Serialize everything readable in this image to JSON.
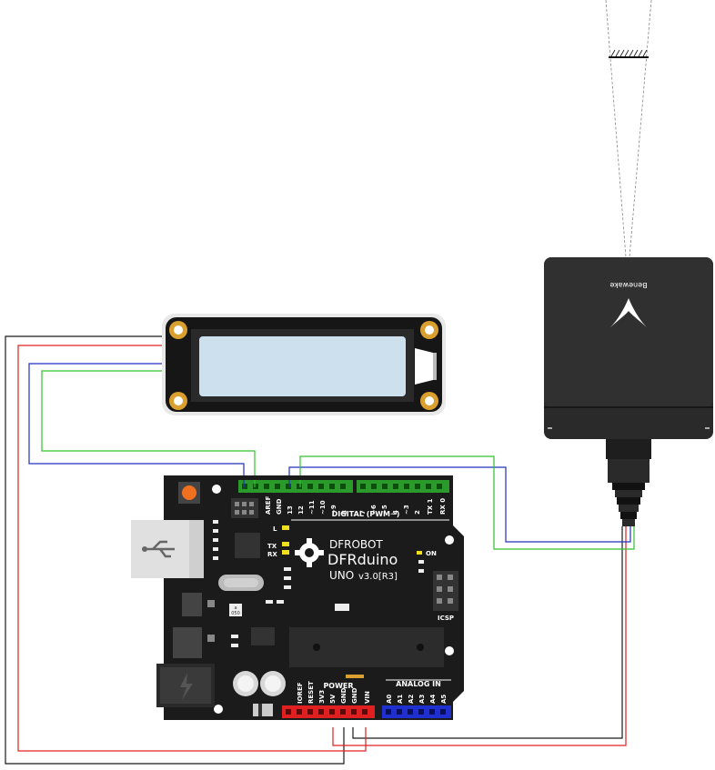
{
  "lidar": {
    "brand": "Benewake"
  },
  "board": {
    "brand": "DFROBOT",
    "name": "DFRduino",
    "model": "UNO",
    "version": "v3.0[R3]",
    "digital_label": "DIGITAL (PWM~)",
    "power_label": "POWER",
    "analog_label": "ANALOG IN",
    "icsp_label": "ICSP",
    "on_label": "ON",
    "led_l": "L",
    "led_tx": "TX",
    "led_rx": "RX",
    "chip_label": "050",
    "chip_label2": "a",
    "digital_pins_left": [
      "AREF",
      "GND",
      "13",
      "12",
      "~11",
      "~10",
      "~9",
      "8"
    ],
    "digital_pins_right": [
      "7",
      "~6",
      "~5",
      "4",
      "~3",
      "2",
      "TX 1",
      "RX 0"
    ],
    "power_pins": [
      "IOREF",
      "RESET",
      "3V3",
      "5V",
      "GND",
      "GND",
      "VIN"
    ],
    "analog_pins": [
      "A0",
      "A1",
      "A2",
      "A3",
      "A4",
      "A5"
    ]
  },
  "colors": {
    "wire_black": "#1a1a1a",
    "wire_red": "#e02020",
    "wire_blue": "#2030c0",
    "wire_green": "#30c030",
    "board": "#1b1b1b",
    "lcd_screen": "#cde0ee",
    "header_green": "#2a9a2a",
    "header_red": "#e02020",
    "header_blue": "#2030d0"
  }
}
